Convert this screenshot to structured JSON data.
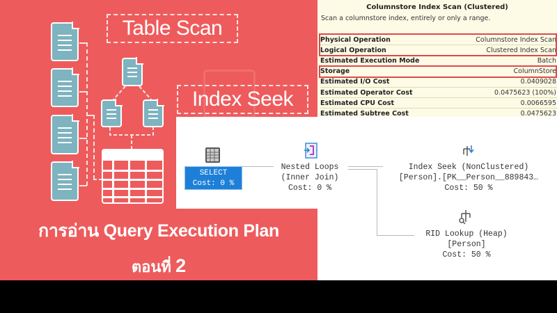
{
  "banner": {
    "background_color": "#ee5b5c",
    "labels": {
      "table_scan": "Table Scan",
      "index_seek": "Index Seek"
    },
    "title": "การอ่าน Query Execution Plan",
    "subtitle_prefix": "ตอนที่",
    "subtitle_number": "2",
    "icons": [
      "document-icon",
      "document-icon",
      "document-icon",
      "document-icon",
      "index-tree-icon",
      "table-grid-icon"
    ]
  },
  "properties_tooltip": {
    "title": "Columnstore Index Scan (Clustered)",
    "description": "Scan a columnstore index, entirely or only a range.",
    "highlight_color": "#e04848",
    "rows": [
      {
        "key": "Physical Operation",
        "value": "Columnstore Index Scan"
      },
      {
        "key": "Logical Operation",
        "value": "Clustered Index Scan"
      },
      {
        "key": "Estimated Execution Mode",
        "value": "Batch"
      },
      {
        "key": "Storage",
        "value": "ColumnStore"
      },
      {
        "key": "Estimated I/O Cost",
        "value": "0.0409028"
      },
      {
        "key": "Estimated Operator Cost",
        "value": "0.0475623 (100%)"
      },
      {
        "key": "Estimated CPU Cost",
        "value": "0.0066595"
      },
      {
        "key": "Estimated Subtree Cost",
        "value": "0.0475623"
      }
    ]
  },
  "execution_plan": {
    "select_node": {
      "label": "SELECT",
      "cost": "Cost: 0 %",
      "color": "#1e7fd8"
    },
    "nested_loops": {
      "line1": "Nested Loops",
      "line2": "(Inner Join)",
      "cost": "Cost: 0 %"
    },
    "index_seek": {
      "line1": "Index Seek (NonClustered)",
      "line2": "[Person].[PK__Person__889843…",
      "cost": "Cost: 50 %"
    },
    "rid_lookup": {
      "line1": "RID Lookup (Heap)",
      "line2": "[Person]",
      "cost": "Cost: 50 %"
    }
  }
}
